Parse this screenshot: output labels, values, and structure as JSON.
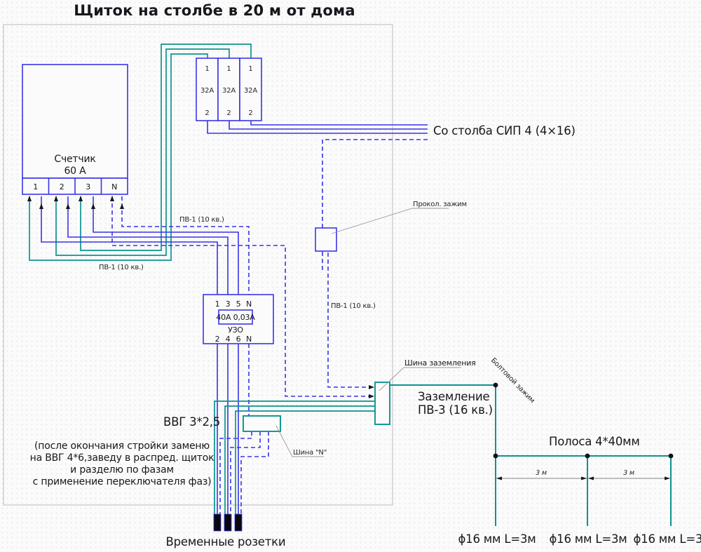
{
  "title": "Щиток на столбе в 20 м от дома",
  "colors": {
    "phase_wire": "#3a35e8",
    "ground_wire": "#0a948e",
    "box_stroke": "#3a35e8",
    "frame": "#c9c9cd"
  },
  "supply": {
    "label": "Со столба СИП 4 (4×16)"
  },
  "meter": {
    "name_line1": "Счетчик",
    "name_line2": "60 А",
    "terminals": [
      "1",
      "2",
      "3",
      "N"
    ]
  },
  "breakers": {
    "count": 3,
    "terminal_top": "1",
    "rating": "32А",
    "terminal_bottom": "2"
  },
  "uzo": {
    "terminals_top": [
      "1",
      "3",
      "5",
      "N"
    ],
    "rating": "40А 0,03А",
    "label": "УЗО",
    "terminals_bottom": [
      "2",
      "4",
      "6",
      "N"
    ]
  },
  "clamp": {
    "label": "Прокол. зажим"
  },
  "wire_labels": {
    "pv1": "ПВ-1 (10 кв.)"
  },
  "grounding": {
    "bus_label": "Шина заземления",
    "text_line1": "Заземление",
    "text_line2": "ПВ-3 (16 кв.)",
    "bolt_clamp": "Болтовой зажим",
    "strip_label": "Полоса 4*40мм",
    "span_label": "3 м",
    "rod_label": "ϕ16 мм L=3м"
  },
  "n_bus": {
    "label": "Шина \"N\""
  },
  "cable": {
    "label": "ВВГ 3*2,5",
    "note_line1": "(после окончания стройки заменю",
    "note_line2": "на ВВГ 4*6,заведу в распред. щиток",
    "note_line3": "и разделю по фазам",
    "note_line4": "с применение переключателя фаз)"
  },
  "sockets": {
    "label": "Временные розетки"
  }
}
